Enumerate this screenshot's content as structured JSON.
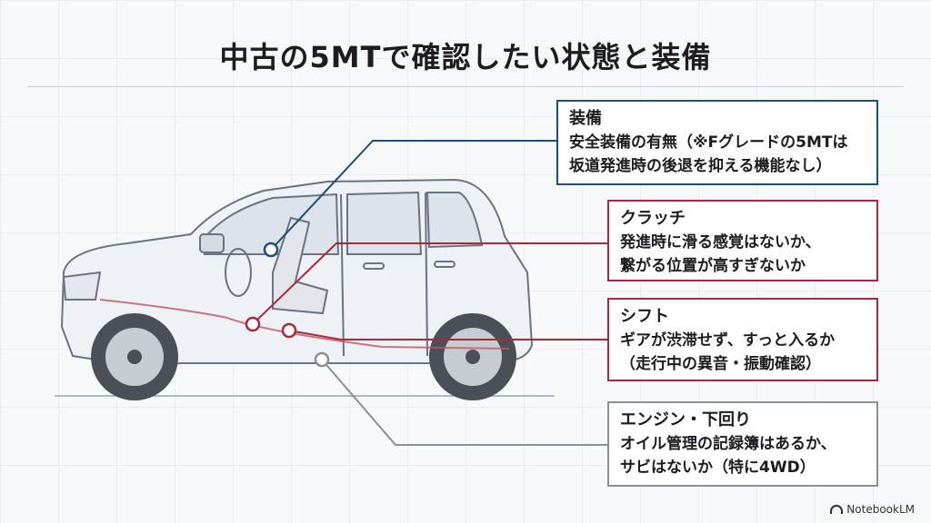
{
  "title": "中古の5MTで確認したい状態と装備",
  "callouts": [
    {
      "heading": "装備",
      "body": "安全装備の有無（※Fグレードの5MTは\n坂道発進時の後退を抑える機能なし）",
      "color": "#1f4e79"
    },
    {
      "heading": "クラッチ",
      "body": "発進時に滑る感覚はないか、\n繋がる位置が高すぎないか",
      "color": "#a62b3a"
    },
    {
      "heading": "シフト",
      "body": "ギアが渋滞せず、すっと入るか\n（走行中の異音・振動確認）",
      "color": "#a62b3a"
    },
    {
      "heading": "エンジン・下回り",
      "body": "オイル管理の記録簿はあるか、\nサビはないか（特に4WD）",
      "color": "#8a8f98"
    }
  ],
  "brand": "NotebookLM"
}
